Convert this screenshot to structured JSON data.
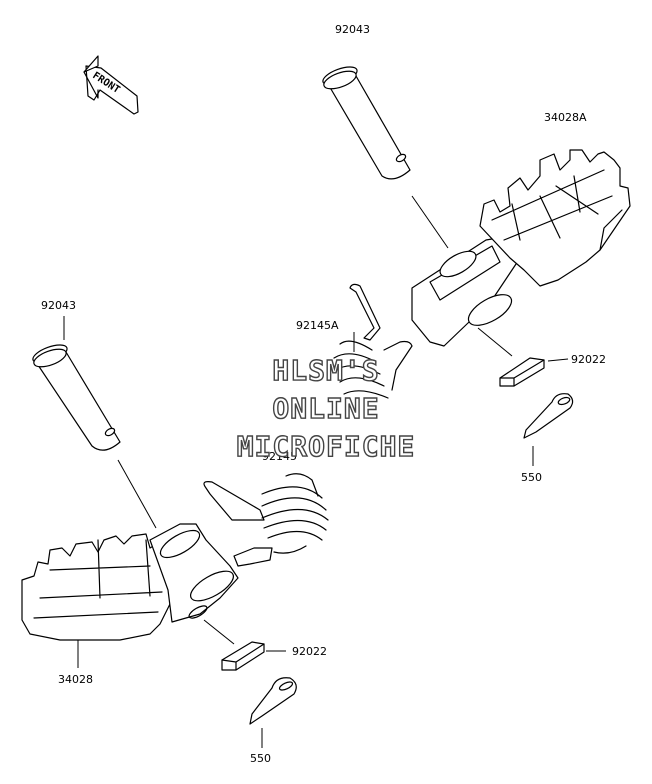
{
  "watermark": {
    "line1": "HLSM'S",
    "line2": "ONLINE",
    "line3": "MICROFICHE"
  },
  "direction_indicator": {
    "label": "FRONT"
  },
  "part_labels": {
    "pin_top": "92043",
    "step_right": "34028A",
    "spring_a": "92145A",
    "washer_right": "92022",
    "cotter_right": "550",
    "pin_left": "92043",
    "spring_b": "92145",
    "step_left": "34028",
    "washer_left": "92022",
    "cotter_left": "550"
  }
}
